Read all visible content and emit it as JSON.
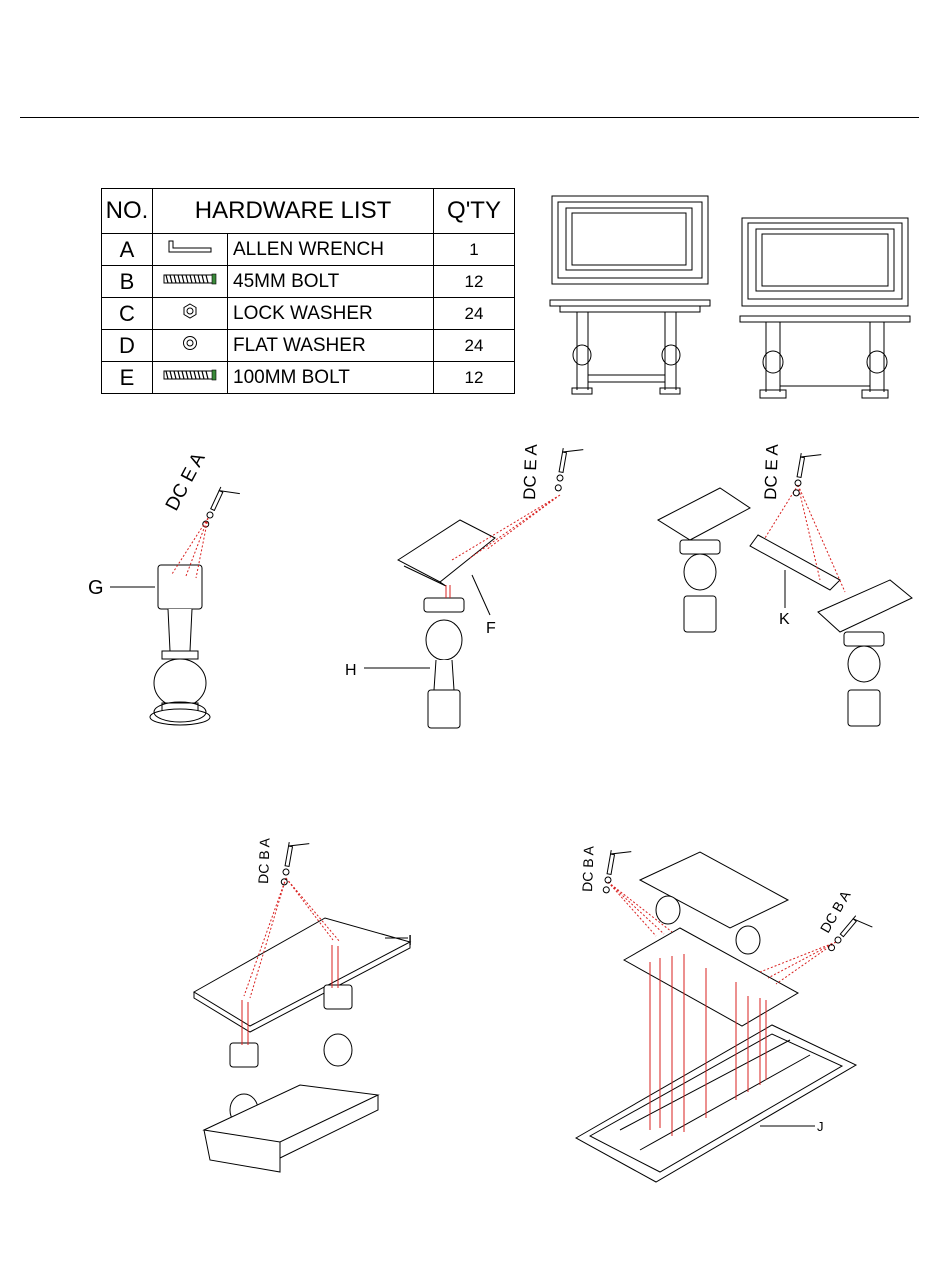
{
  "hardware_list": {
    "header_no": "NO.",
    "header_title": "HARDWARE LIST",
    "header_qty": "Q'TY",
    "rows": [
      {
        "no": "A",
        "icon": "allen-wrench-icon",
        "name": "ALLEN WRENCH",
        "qty": "1"
      },
      {
        "no": "B",
        "icon": "bolt-icon",
        "name": "45MM BOLT",
        "qty": "12"
      },
      {
        "no": "C",
        "icon": "lock-washer-icon",
        "name": "LOCK WASHER",
        "qty": "24"
      },
      {
        "no": "D",
        "icon": "flat-washer-icon",
        "name": "FLAT WASHER",
        "qty": "24"
      },
      {
        "no": "E",
        "icon": "bolt-icon",
        "name": "100MM BOLT",
        "qty": "12"
      }
    ]
  },
  "step1": {
    "hardware_label": "DC E A",
    "part_label": "G"
  },
  "step2": {
    "hardware_label": "DC E A",
    "part_labels": [
      "F",
      "H"
    ]
  },
  "step3": {
    "hardware_label": "DC E A",
    "part_label": "K"
  },
  "step4": {
    "hardware_label": "DC B A",
    "part_label": "I"
  },
  "step5": {
    "hardware_label_left": "DC B A",
    "hardware_label_right": "DC B A",
    "part_label": "J"
  },
  "colors": {
    "line": "#000000",
    "guide": "#d9201f"
  }
}
